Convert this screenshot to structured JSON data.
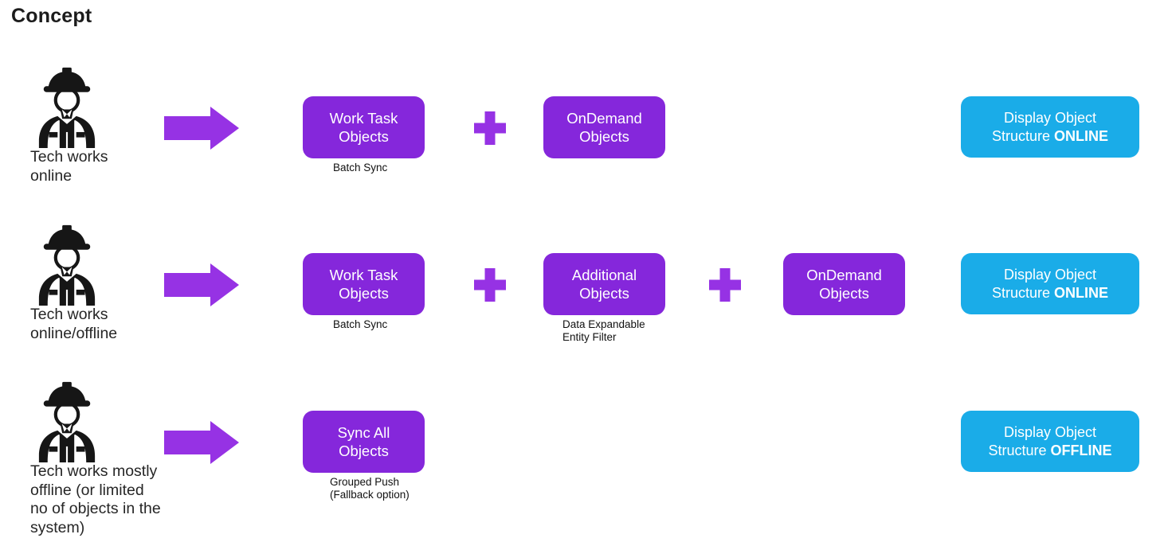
{
  "title": "Concept",
  "colors": {
    "purple_box": "#8527DB",
    "purple_accent": "#9632E4",
    "cyan_box": "#1AACE8",
    "caption_text": "#262626",
    "box_text": "#FFFFFF"
  },
  "icons": {
    "actor": "construction-worker-icon",
    "flow": "arrow-right-icon",
    "combine": "plus-icon"
  },
  "rows": [
    {
      "caption": "Tech works\nonline",
      "box1": "Work Task\nObjects",
      "box1_note": "Batch Sync",
      "box2": "OnDemand\nObjects",
      "result_line1": "Display Object",
      "result_line2": "Structure",
      "result_bold": "ONLINE"
    },
    {
      "caption": "Tech works\nonline/offline",
      "box1": "Work Task\nObjects",
      "box1_note": "Batch Sync",
      "box2": "Additional\nObjects",
      "box2_note": "Data Expandable\nEntity Filter",
      "box3": "OnDemand\nObjects",
      "result_line1": "Display Object",
      "result_line2": "Structure",
      "result_bold": "ONLINE"
    },
    {
      "caption": "Tech works mostly\noffline (or limited\nno of objects in the\nsystem)",
      "box1": "Sync All\nObjects",
      "box1_note": "Grouped Push\n(Fallback option)",
      "result_line1": "Display Object",
      "result_line2": "Structure",
      "result_bold": "OFFLINE"
    }
  ]
}
